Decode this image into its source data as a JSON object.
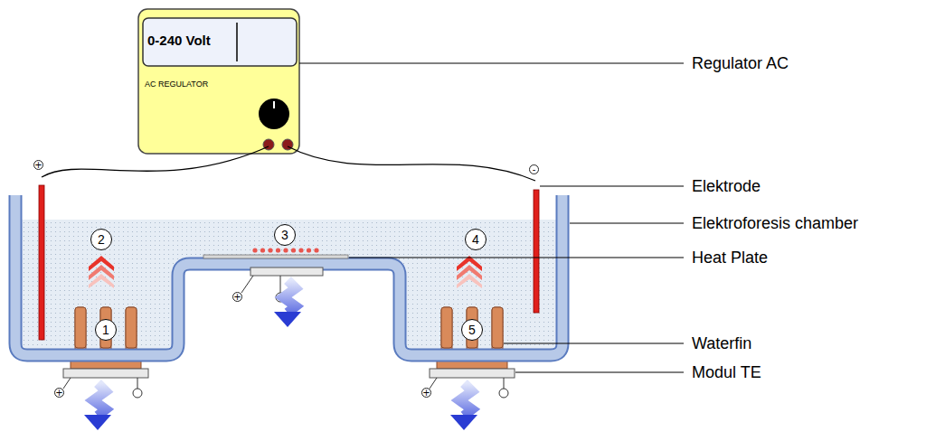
{
  "diagram": {
    "nodes": [
      {
        "text": [
          "AC REGULATOR"
        ]
      },
      {
        "text": [
          "0-240 Volt"
        ],
        "in": 0
      },
      {
        "text": [
          "2"
        ]
      },
      {
        "text": [
          "3"
        ]
      },
      {
        "text": [
          "4"
        ]
      },
      {
        "text": [
          "1"
        ]
      },
      {
        "text": [
          "5"
        ]
      }
    ],
    "labels": [
      "+",
      "-",
      "Regulator AC",
      "Elektrode",
      "Elektroforesis chamber",
      "Heat Plate",
      "Waterfin",
      "Modul TE",
      "+",
      "+",
      "+"
    ]
  }
}
